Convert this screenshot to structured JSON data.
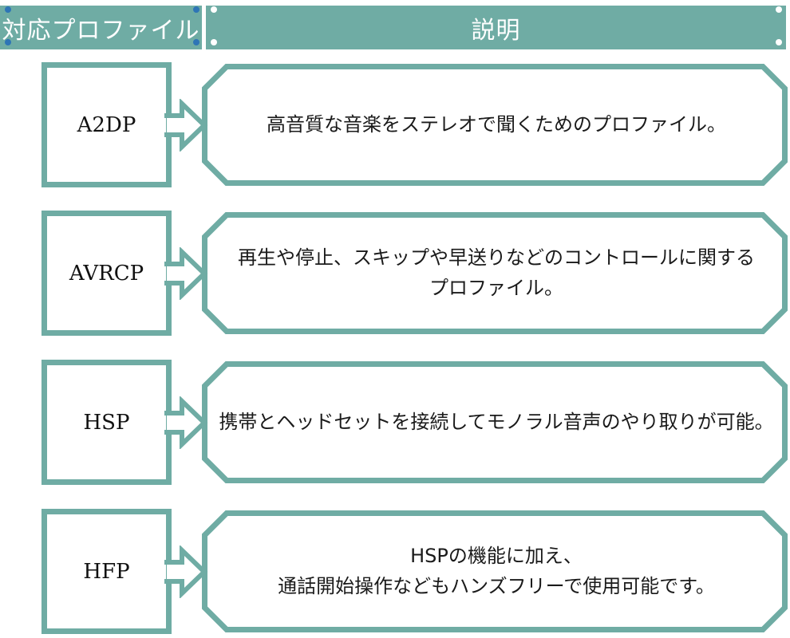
{
  "header": {
    "left_label": "対応プロファイル",
    "right_label": "説明"
  },
  "rows": [
    {
      "profile": "A2DP",
      "description": "高音質な音楽をステレオで聞くためのプロファイル。"
    },
    {
      "profile": "AVRCP",
      "description": "再生や停止、スキップや早送りなどのコントロールに関する\nプロファイル。"
    },
    {
      "profile": "HSP",
      "description": "携帯とヘッドセットを接続してモノラル音声のやり取りが可能。"
    },
    {
      "profile": "HFP",
      "description": "HSPの機能に加え、\n通話開始操作などもハンズフリーで使用可能です。"
    }
  ],
  "colors": {
    "teal": "#6FACA4",
    "selection_handle_blue": "#2E75B6",
    "selection_handle_white": "#ffffff",
    "text": "#1a1a1a",
    "header_text": "#ffffff"
  }
}
